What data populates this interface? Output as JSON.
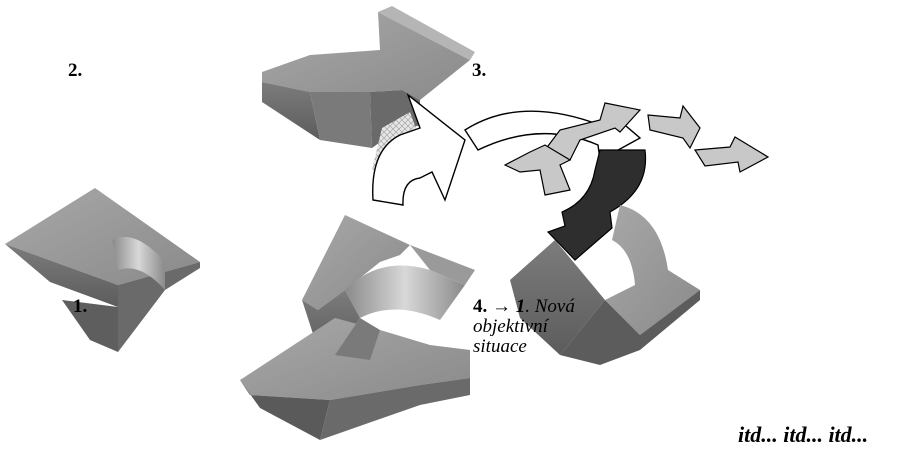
{
  "labels": {
    "step2": "2.",
    "step3": "3.",
    "step1": "1.",
    "step4_prefix": "4. → ",
    "step4_num": "1",
    "step4_rest": ". Nová",
    "step4_line2": "objektivní",
    "step4_line3": "situace",
    "continuation": "itd... itd... itd..."
  },
  "colors": {
    "arrow_top": "#9a9a9a",
    "arrow_side": "#6f6f6f",
    "arrow_dark": "#585858",
    "arrow_light": "#c8c8c8",
    "arrow_black": "#2e2e2e",
    "outline": "#000000"
  }
}
